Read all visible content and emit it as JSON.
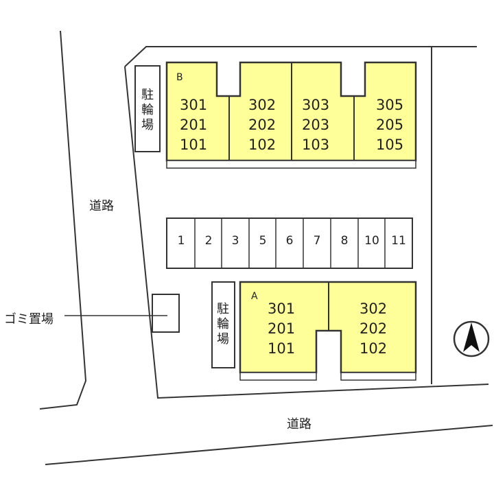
{
  "roads": {
    "west_label": "道路",
    "south_label": "道路"
  },
  "garbage": {
    "label": "ゴミ置場"
  },
  "building_b": {
    "label": "B",
    "bicycle_parking": [
      "駐",
      "輪",
      "場"
    ],
    "units": [
      {
        "rooms": [
          "301",
          "201",
          "101"
        ]
      },
      {
        "rooms": [
          "302",
          "202",
          "102"
        ]
      },
      {
        "rooms": [
          "303",
          "203",
          "103"
        ]
      },
      {
        "rooms": [
          "305",
          "205",
          "105"
        ]
      }
    ]
  },
  "building_a": {
    "label": "A",
    "bicycle_parking": [
      "駐",
      "輪",
      "場"
    ],
    "units": [
      {
        "rooms": [
          "301",
          "201",
          "101"
        ]
      },
      {
        "rooms": [
          "302",
          "202",
          "102"
        ]
      }
    ]
  },
  "parking": {
    "slots": [
      "1",
      "2",
      "3",
      "5",
      "6",
      "7",
      "8",
      "10",
      "11"
    ]
  },
  "colors": {
    "building_fill": "#ffff99",
    "outline": "#333333"
  },
  "icons": {
    "compass": "north-arrow-icon"
  }
}
